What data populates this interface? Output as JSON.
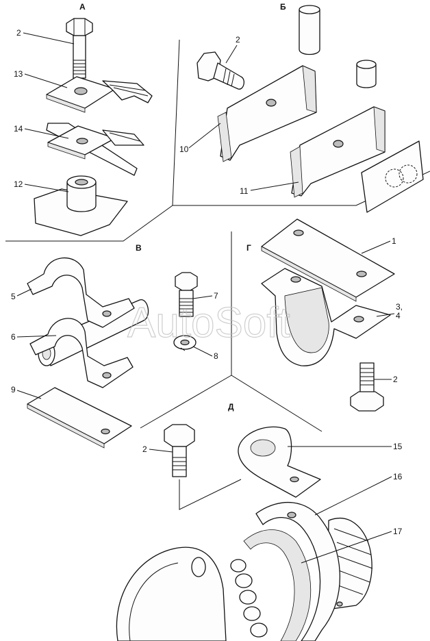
{
  "sections": {
    "a": "А",
    "b": "Б",
    "v": "В",
    "g": "Г",
    "d": "Д"
  },
  "callouts": {
    "a_bolt": "2",
    "a_plate": "13",
    "a_clip": "14",
    "a_nut": "12",
    "b_bolt": "2",
    "b_bracket_left": "10",
    "b_bracket_right": "11",
    "v_clamp_top": "5",
    "v_clamp_bottom": "6",
    "v_bolt": "7",
    "v_washer": "8",
    "v_strip": "9",
    "g_plate": "1",
    "g_clamp": "3,\n4",
    "g_bolt": "2",
    "d_bolt": "2",
    "d_clip": "15",
    "d_band": "16",
    "d_bundle": "17"
  },
  "watermark": "AutoSoft"
}
